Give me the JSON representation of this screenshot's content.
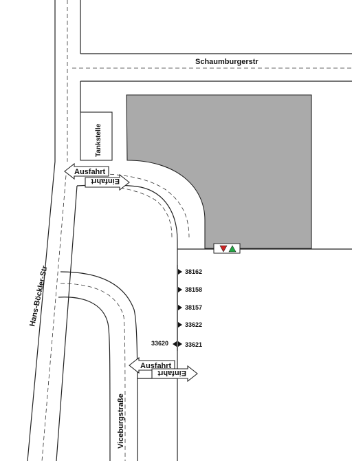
{
  "streets": {
    "north": "Schaumburgerstr",
    "west": "Hans-Böckler-Str",
    "south": "Viceburgstraße"
  },
  "buildings": {
    "gas_station": "Tankstelle"
  },
  "signs": {
    "exit_label": "Ausfahrt",
    "entry_label": "Einfahrt"
  },
  "bays": [
    {
      "number": "38162"
    },
    {
      "number": "38158"
    },
    {
      "number": "38157"
    },
    {
      "number": "33622"
    },
    {
      "number": "33621"
    },
    {
      "number": "33620"
    }
  ],
  "colors": {
    "building_fill": "#aaaaaa",
    "marker_down": "#cc2222",
    "marker_up": "#22aa44"
  }
}
